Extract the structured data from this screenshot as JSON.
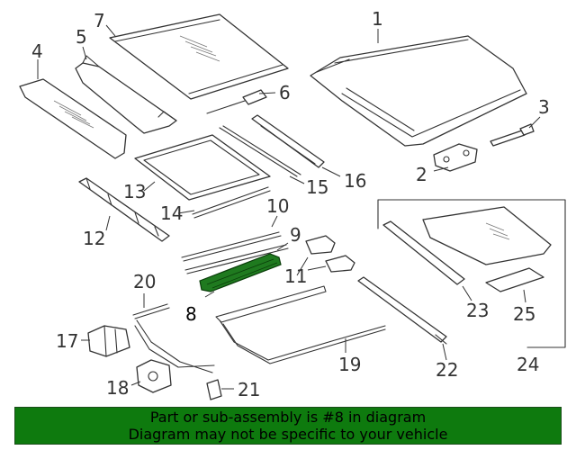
{
  "colors": {
    "highlight_part": "#1f7a1f",
    "footer_background": "#0e7a0e",
    "line": "#333333"
  },
  "callouts": [
    {
      "part": "1",
      "label": "1"
    },
    {
      "part": "2",
      "label": "2"
    },
    {
      "part": "3",
      "label": "3"
    },
    {
      "part": "4",
      "label": "4"
    },
    {
      "part": "5",
      "label": "5"
    },
    {
      "part": "6",
      "label": "6"
    },
    {
      "part": "7",
      "label": "7"
    },
    {
      "part": "8",
      "label": "8",
      "highlighted": true
    },
    {
      "part": "9",
      "label": "9"
    },
    {
      "part": "10",
      "label": "10"
    },
    {
      "part": "11",
      "label": "11"
    },
    {
      "part": "12",
      "label": "12"
    },
    {
      "part": "13",
      "label": "13"
    },
    {
      "part": "14",
      "label": "14"
    },
    {
      "part": "15",
      "label": "15"
    },
    {
      "part": "16",
      "label": "16"
    },
    {
      "part": "17",
      "label": "17"
    },
    {
      "part": "18",
      "label": "18"
    },
    {
      "part": "19",
      "label": "19"
    },
    {
      "part": "20",
      "label": "20"
    },
    {
      "part": "21",
      "label": "21"
    },
    {
      "part": "22",
      "label": "22"
    },
    {
      "part": "23",
      "label": "23"
    },
    {
      "part": "24",
      "label": "24"
    },
    {
      "part": "25",
      "label": "25"
    }
  ],
  "footer": {
    "line1": "Part or sub-assembly is #8 in diagram",
    "line2": "Diagram may not be specific to your vehicle"
  }
}
